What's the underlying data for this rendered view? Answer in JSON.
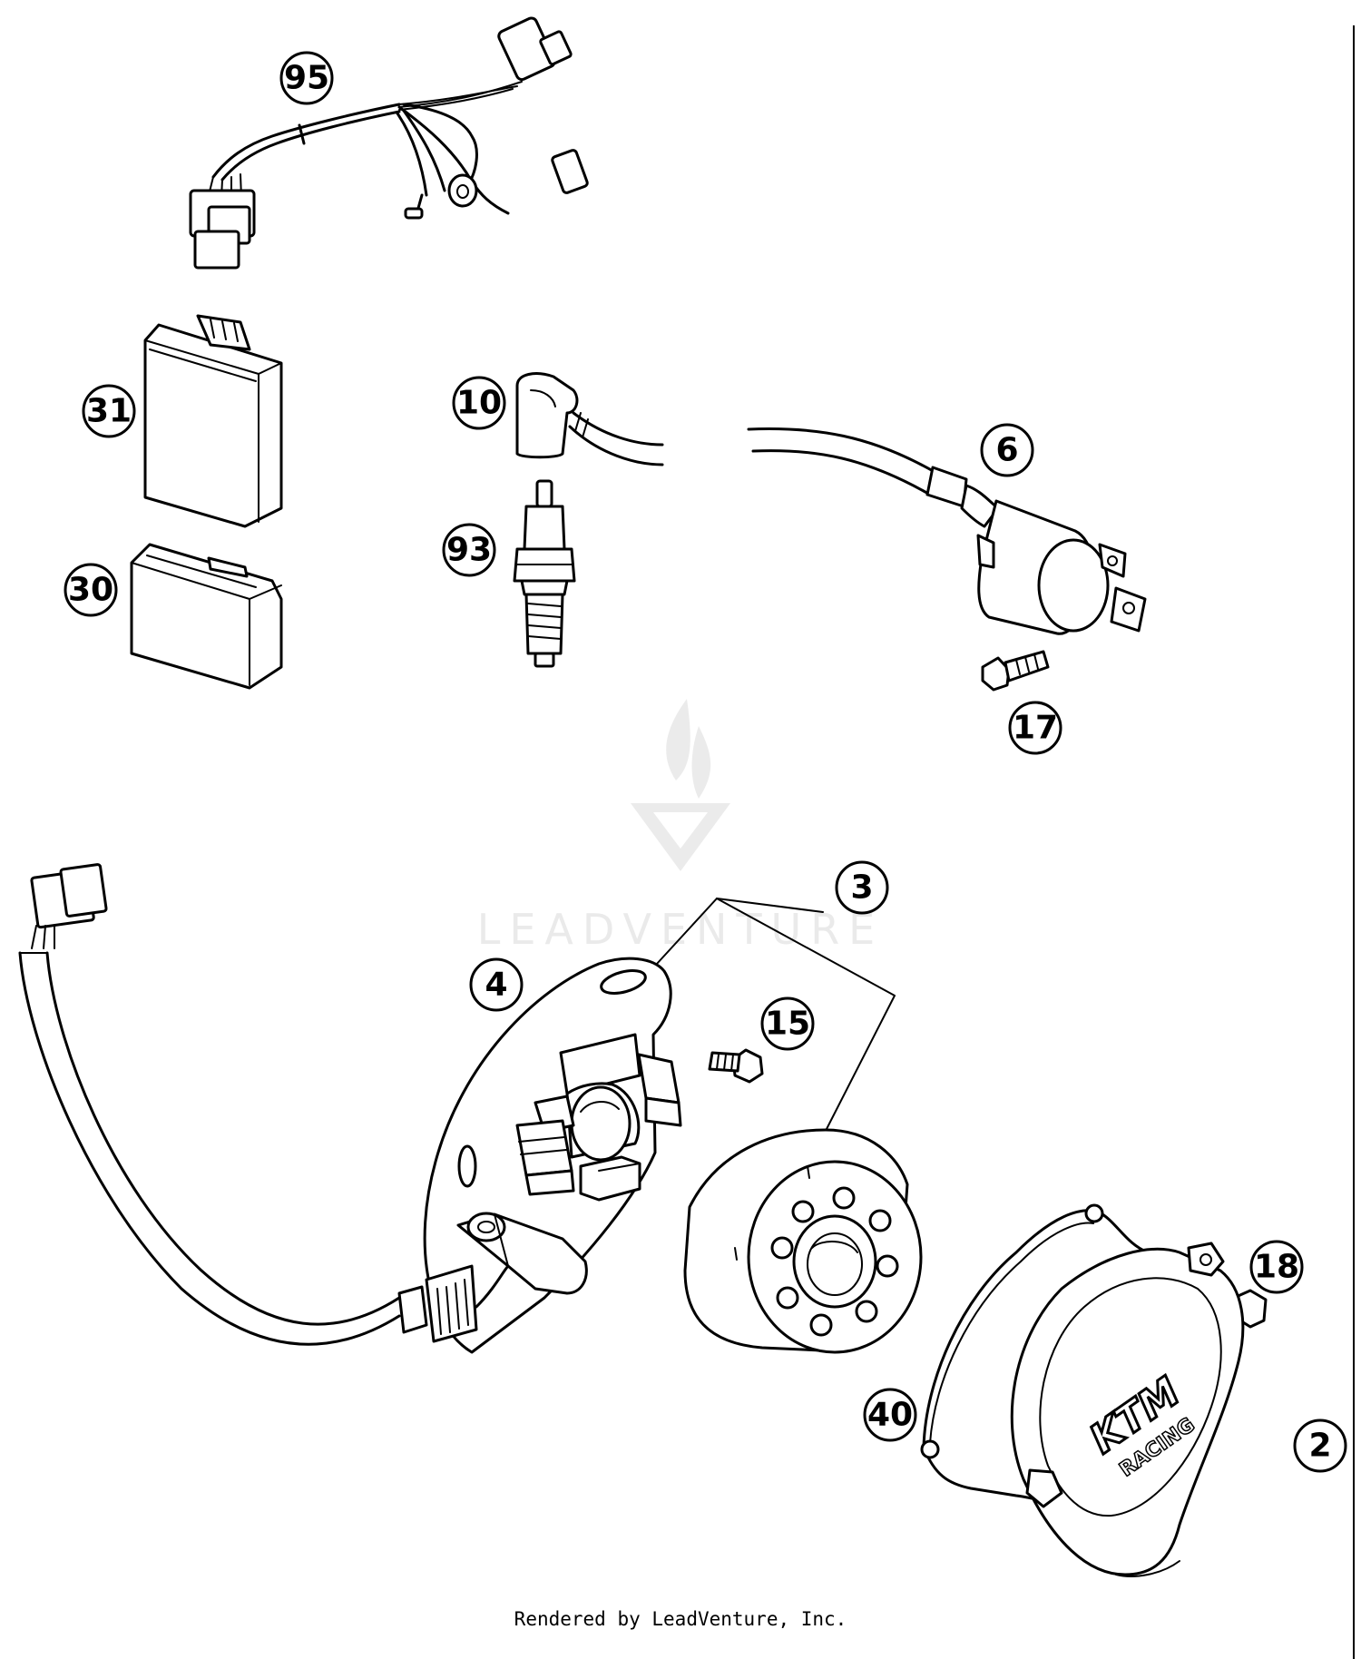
{
  "callouts": {
    "c95": "95",
    "c31": "31",
    "c30": "30",
    "c10": "10",
    "c93": "93",
    "c6": "6",
    "c17": "17",
    "c3": "3",
    "c4": "4",
    "c15": "15",
    "c18": "18",
    "c40": "40",
    "c2": "2"
  },
  "cover_logo": {
    "brand": "KTM",
    "line2": "RACING"
  },
  "watermark": {
    "text": "LEADVENTURE"
  },
  "footer": {
    "text": "Rendered by LeadVenture, Inc."
  }
}
